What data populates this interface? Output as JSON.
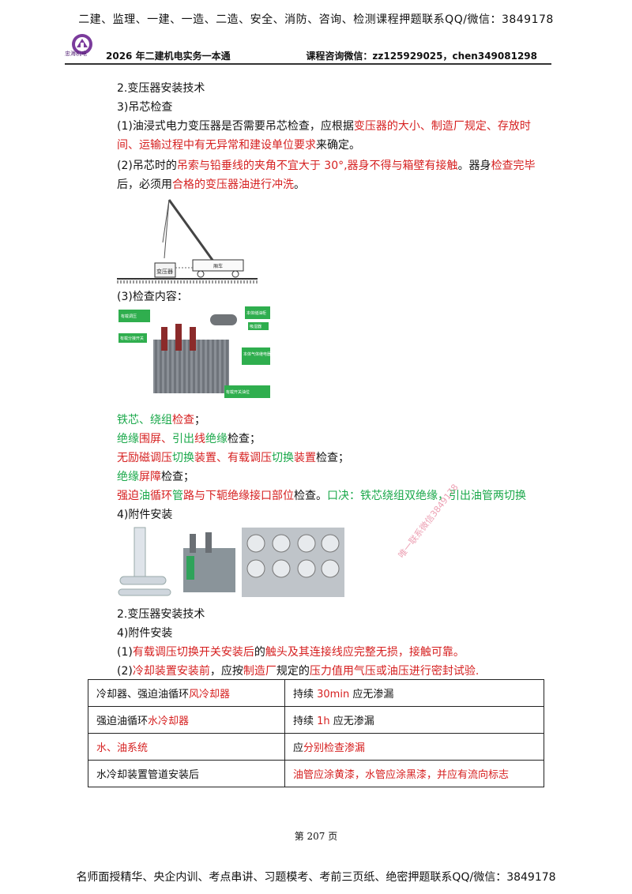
{
  "header": {
    "top_banner": "二建、监理、一建、一造、二造、安全、消防、咨询、检测课程押题联系QQ/微信：3849178",
    "logo_text": "忠海机电",
    "book_title": "2026 年二建机电实务一本通",
    "contact": "课程咨询微信：zz125929025，chen349081298"
  },
  "section1": {
    "title": "2.变压器安装技术",
    "subtitle": "3)吊芯检查",
    "p1": {
      "a": "(1)油浸式电力变压器是否需要吊芯检查，应根据",
      "b": "变压器的大小、制造厂规定、存放时间、运输过程中有无异常和建设单位要求",
      "c": "来确定。"
    },
    "p2": {
      "a": "(2)吊芯时的",
      "b": "吊索与铅垂线的夹角不宜大于 30°,器身不得与箱壁有接触",
      "c": "。器身",
      "d": "检查完毕",
      "e": "后，必须用",
      "f": "合格的变压器油进行冲洗",
      "g": "。"
    },
    "crane_labels": {
      "transformer": "变压器",
      "truck": "厢车"
    },
    "check_title": "(3)检查内容：",
    "photo_labels": {
      "l1": "有载调压",
      "l2": "有载分接开关",
      "l3": "本体储油柜",
      "l4": "吸湿器",
      "l5": "本体气体继电器",
      "l6": "有载开关油位"
    },
    "checks": {
      "c1": {
        "a": "铁芯、",
        "b": "绕组",
        "c": "检查",
        "d": "；"
      },
      "c2": {
        "a": "绝缘",
        "b": "围屏、",
        "c": "引出",
        "d": "线",
        "e": "绝缘",
        "f": "检查；"
      },
      "c3": {
        "a": "无励磁调压",
        "b": "切换",
        "c": "装置、有载调压",
        "d": "切换",
        "e": "装置",
        "f": "检查；"
      },
      "c4": {
        "a": "绝缘",
        "b": "屏障",
        "c": "检查；"
      },
      "c5": {
        "a": "强迫",
        "b": "油",
        "c": "循环",
        "d": "管",
        "e": "路与下轭绝缘接口部位",
        "f": "检查。",
        "g": "口决：铁芯绕组双绝缘，引出油管两切换"
      }
    },
    "attach_title": "4)附件安装"
  },
  "watermark": "唯一联系微信3849178",
  "section2": {
    "title": "2.变压器安装技术",
    "subtitle": "4)附件安装",
    "p1": {
      "a": "(1)",
      "b": "有载调压切换开关安装后",
      "c": "的",
      "d": "触头及其连接线应完整无损，接触可靠。"
    },
    "p2": {
      "a": "(2)",
      "b": "冷却装置安装前",
      "c": "，应按",
      "d": "制造厂",
      "e": "规定的",
      "f": "压力值用气压或油压进行密封试验."
    }
  },
  "table": {
    "rows": [
      {
        "k1": "冷却器、强迫油循环",
        "k2": "风冷却器",
        "v1": "持续 ",
        "v2": "30min",
        "v3": " 应无渗漏"
      },
      {
        "k1": "强迫油循环",
        "k2": "水冷却器",
        "v1": "持续 ",
        "v2": "1h",
        "v3": " 应无渗漏"
      },
      {
        "k1": "",
        "k2": "水、油系统",
        "v1": "应",
        "v2": "分别检查渗漏",
        "v3": ""
      },
      {
        "k1": "水冷却装置管道安装后",
        "k2": "",
        "v1": "",
        "v2": "油管应涂黄漆，水管应涂黑漆，并应有流向标志",
        "v3": ""
      }
    ]
  },
  "footer": {
    "page": "第 207 页",
    "bottom_banner": "名师面授精华、央企内训、考点串讲、习题模考、考前三页纸、绝密押题联系QQ/微信：3849178"
  }
}
